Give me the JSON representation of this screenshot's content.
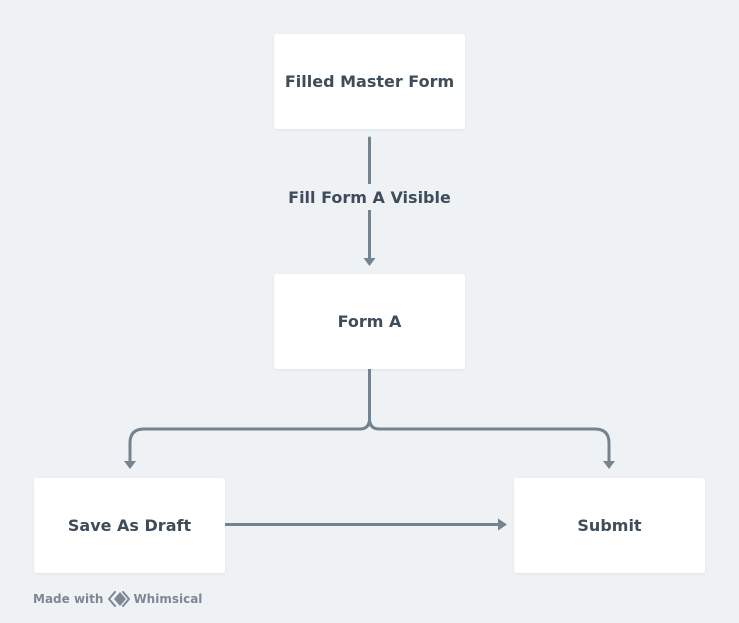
{
  "diagram": {
    "nodes": {
      "master": "Filled Master Form",
      "form_a": "Form A",
      "draft": "Save As Draft",
      "submit": "Submit"
    },
    "edges": {
      "master_to_form_a": "Fill Form A Visible"
    }
  },
  "footer": {
    "made_with": "Made with",
    "brand": "Whimsical",
    "logo_icon": "whimsical-logo-icon"
  },
  "colors": {
    "background": "#eef2f5",
    "node_fill": "#ffffff",
    "connector": "#75838f",
    "text": "#3f4c5a",
    "footer_text": "#7d8894"
  }
}
